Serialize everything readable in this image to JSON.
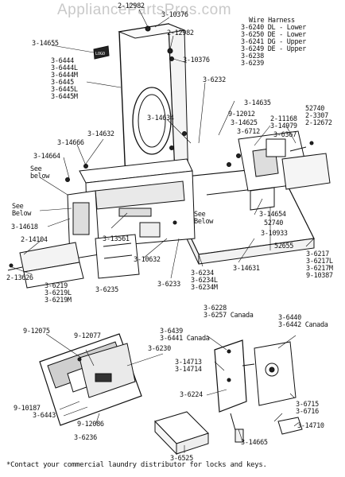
{
  "watermark": "AppliancePartsPros.com",
  "wire_harness": {
    "title": "Wire Harness",
    "lines": [
      "3-6240 DL - Lower",
      "3-6250 DE - Lower",
      "3-6241 DG - Upper",
      "3-6249 DE - Upper",
      "3-6238",
      "3-6239"
    ]
  },
  "labels": {
    "p2_12982_top": "2-12982",
    "p3_10376_top": "3-10376",
    "p3_14655": "3-14655",
    "p2_12982_mid": "2-12982",
    "p3_6444_group": [
      "3-6444",
      "3-6444L",
      "3-6444M",
      "3-6445",
      "3-6445L",
      "3-6445M"
    ],
    "p3_10376_mid": "3-10376",
    "p3_6232": "3-6232",
    "p3_14635": "3-14635",
    "p52740_a": "52740",
    "p2_3307": "2-3307",
    "p2_12672": "2-12672",
    "p9_12012": "9-12012",
    "p3_14625": "3-14625",
    "p2_11168": "2-11168",
    "p3_14979": "3-14979",
    "p3_6712": "3-6712",
    "p3_6367": "3-6367",
    "p3_14634": "3-14634",
    "p3_14632": "3-14632",
    "p3_14666": "3-14666",
    "p3_14664": "3-14664",
    "see_below_1": [
      "See",
      "below"
    ],
    "see_below_2": [
      "See",
      "Below"
    ],
    "see_below_3": [
      "See",
      "Below"
    ],
    "p3_14654": "3-14654",
    "p52740_b": "52740",
    "p3_10933": "3-10933",
    "p3_14618": "3-14618",
    "p2_14104": "2-14104",
    "p3_13561": "3-13561",
    "p52655": "52655",
    "p3_6217_group": [
      "3-6217",
      "3-6217L",
      "3-6217M",
      "9-10387"
    ],
    "p3_10632": "3-10632",
    "p3_14631": "3-14631",
    "p3_6234_group": [
      "3-6234",
      "3-6234L",
      "3-6234M"
    ],
    "p3_6233": "3-6233",
    "p2_13626": "2-13626",
    "p3_6219_group": [
      "3-6219",
      "3-6219L",
      "3-6219M"
    ],
    "p3_6235": "3-6235",
    "p3_6228_group": [
      "3-6228",
      "3-6257 Canada"
    ],
    "p3_6440_group": [
      "3-6440",
      "3-6442 Canada"
    ],
    "p3_6439_group": [
      "3-6439",
      "3-6441 Canada"
    ],
    "p9_12075": "9-12075",
    "p9_12077": "9-12077",
    "p3_6230": "3-6230",
    "p3_14713_group": [
      "3-14713",
      "3-14714"
    ],
    "p3_6224": "3-6224",
    "p9_10187": "9-10187",
    "p3_6443": "3-6443",
    "p9_12086": "9-12086",
    "p3_6236": "3-6236",
    "p3_6715_group": [
      "3-6715",
      "3-6716"
    ],
    "p3_14710": "3-14710",
    "p3_14665": "3-14665",
    "p3_6525": "3-6525"
  },
  "panel_badge": "LOGO",
  "footnote": "*Contact your commercial laundry distributor for locks and keys."
}
